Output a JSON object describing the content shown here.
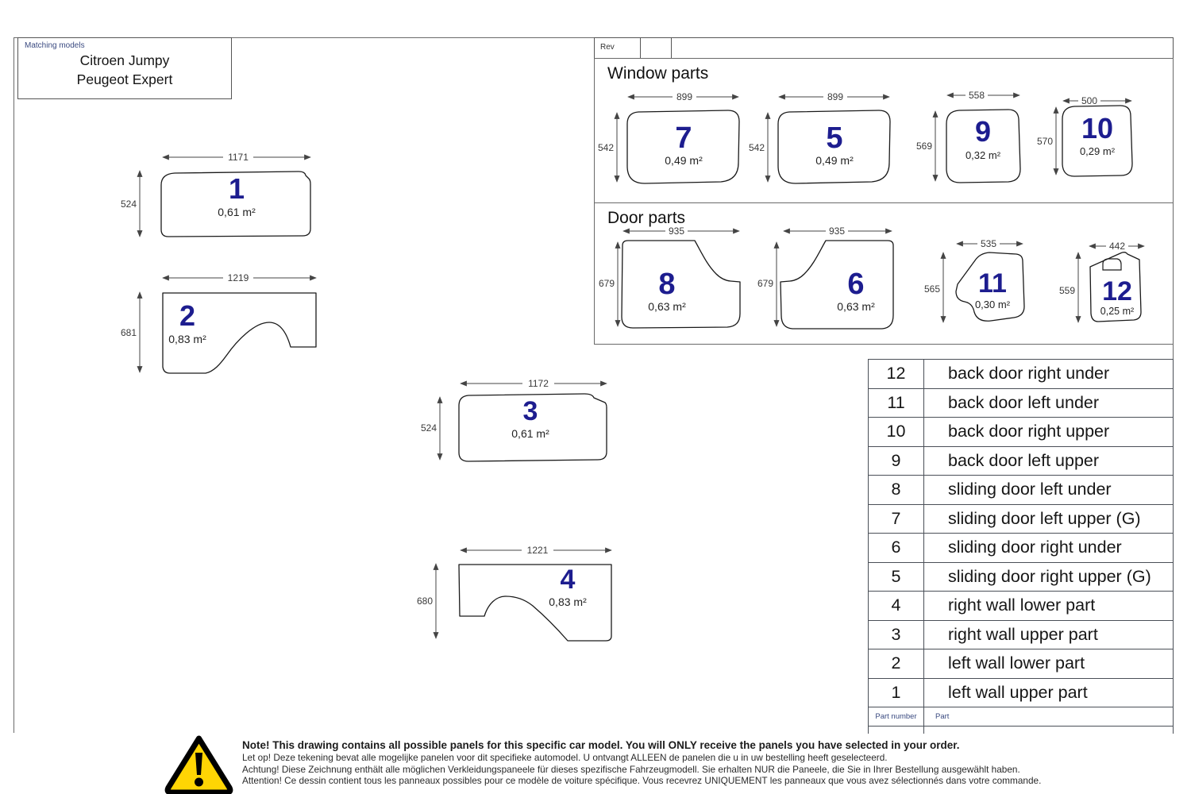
{
  "matching": {
    "label": "Matching models",
    "model1": "Citroen Jumpy",
    "model2": "Peugeot Expert"
  },
  "title_block": {
    "rev": "Rev"
  },
  "sections": {
    "window_title": "Window parts",
    "door_title": "Door parts"
  },
  "parts": {
    "p1": {
      "number": "1",
      "width": "1171",
      "height": "524",
      "area": "0,61 m²"
    },
    "p2": {
      "number": "2",
      "width": "1219",
      "height": "681",
      "area": "0,83 m²"
    },
    "p3": {
      "number": "3",
      "width": "1172",
      "height": "524",
      "area": "0,61 m²"
    },
    "p4": {
      "number": "4",
      "width": "1221",
      "height": "680",
      "area": "0,83 m²"
    },
    "p5": {
      "number": "5",
      "width": "899",
      "height": "542",
      "area": "0,49 m²"
    },
    "p6": {
      "number": "6",
      "width": "935",
      "height": "679",
      "area": "0,63 m²"
    },
    "p7": {
      "number": "7",
      "width": "899",
      "height": "542",
      "area": "0,49 m²"
    },
    "p8": {
      "number": "8",
      "width": "935",
      "height": "679",
      "area": "0,63 m²"
    },
    "p9": {
      "number": "9",
      "width": "558",
      "height": "569",
      "area": "0,32 m²"
    },
    "p10": {
      "number": "10",
      "width": "500",
      "height": "570",
      "area": "0,29 m²"
    },
    "p11": {
      "number": "11",
      "width": "535",
      "height": "565",
      "area": "0,30 m²"
    },
    "p12": {
      "number": "12",
      "width": "442",
      "height": "559",
      "area": "0,25 m²"
    }
  },
  "parts_table": {
    "header_number": "Part number",
    "header_part": "Part",
    "rows": [
      {
        "num": "12",
        "name": "back door right under"
      },
      {
        "num": "11",
        "name": "back door left under"
      },
      {
        "num": "10",
        "name": "back door right upper"
      },
      {
        "num": "9",
        "name": "back door left upper"
      },
      {
        "num": "8",
        "name": "sliding door left under"
      },
      {
        "num": "7",
        "name": "sliding door left upper (G)"
      },
      {
        "num": "6",
        "name": "sliding door right under"
      },
      {
        "num": "5",
        "name": "sliding door right upper (G)"
      },
      {
        "num": "4",
        "name": "right wall lower part"
      },
      {
        "num": "3",
        "name": "right wall upper part"
      },
      {
        "num": "2",
        "name": "left wall lower part"
      },
      {
        "num": "1",
        "name": "left wall upper part"
      }
    ]
  },
  "note": {
    "en": "Note! This drawing contains all possible panels for this specific car model. You will ONLY receive the panels you have selected in your order.",
    "nl": "Let op! Deze tekening bevat alle mogelijke panelen voor dit specifieke automodel. U ontvangt ALLEEN de panelen die u in uw bestelling heeft geselecteerd.",
    "de": "Achtung! Diese Zeichnung enthält alle möglichen Verkleidungspaneele für dieses spezifische Fahrzeugmodell. Sie erhalten NUR die Paneele, die Sie in Ihrer Bestellung ausgewählt haben.",
    "fr": "Attention! Ce dessin contient tous les panneaux possibles pour ce modèle de voiture spécifique. Vous recevrez UNIQUEMENT les panneaux que vous avez sélectionnés dans votre commande."
  },
  "colors": {
    "part_number_blue": "#1d1d8f",
    "cad_label_blue": "#3a4a80",
    "warning_yellow": "#ffd504",
    "box_border_gray": "#6a6a6a",
    "table_border": "#4a4f57",
    "outline_black": "#1a1a1a"
  }
}
